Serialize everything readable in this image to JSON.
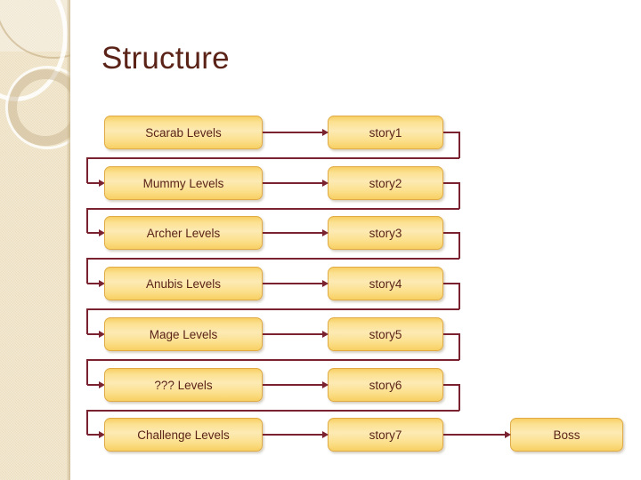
{
  "slide": {
    "title": "Structure",
    "background_color": "#ffffff",
    "title_color": "#5b2317",
    "sidebar_color": "#ede0c2",
    "node_fill_color": "#fbe08f",
    "node_border_color": "#e0ab46",
    "connector_color": "#7b2230"
  },
  "diagram": {
    "type": "flow",
    "rows": [
      {
        "level": "Scarab Levels",
        "story": "story1"
      },
      {
        "level": "Mummy Levels",
        "story": "story2"
      },
      {
        "level": "Archer Levels",
        "story": "story3"
      },
      {
        "level": "Anubis Levels",
        "story": "story4"
      },
      {
        "level": "Mage Levels",
        "story": "story5"
      },
      {
        "level": "??? Levels",
        "story": "story6"
      },
      {
        "level": "Challenge Levels",
        "story": "story7"
      }
    ],
    "final": {
      "label": "Boss"
    }
  }
}
